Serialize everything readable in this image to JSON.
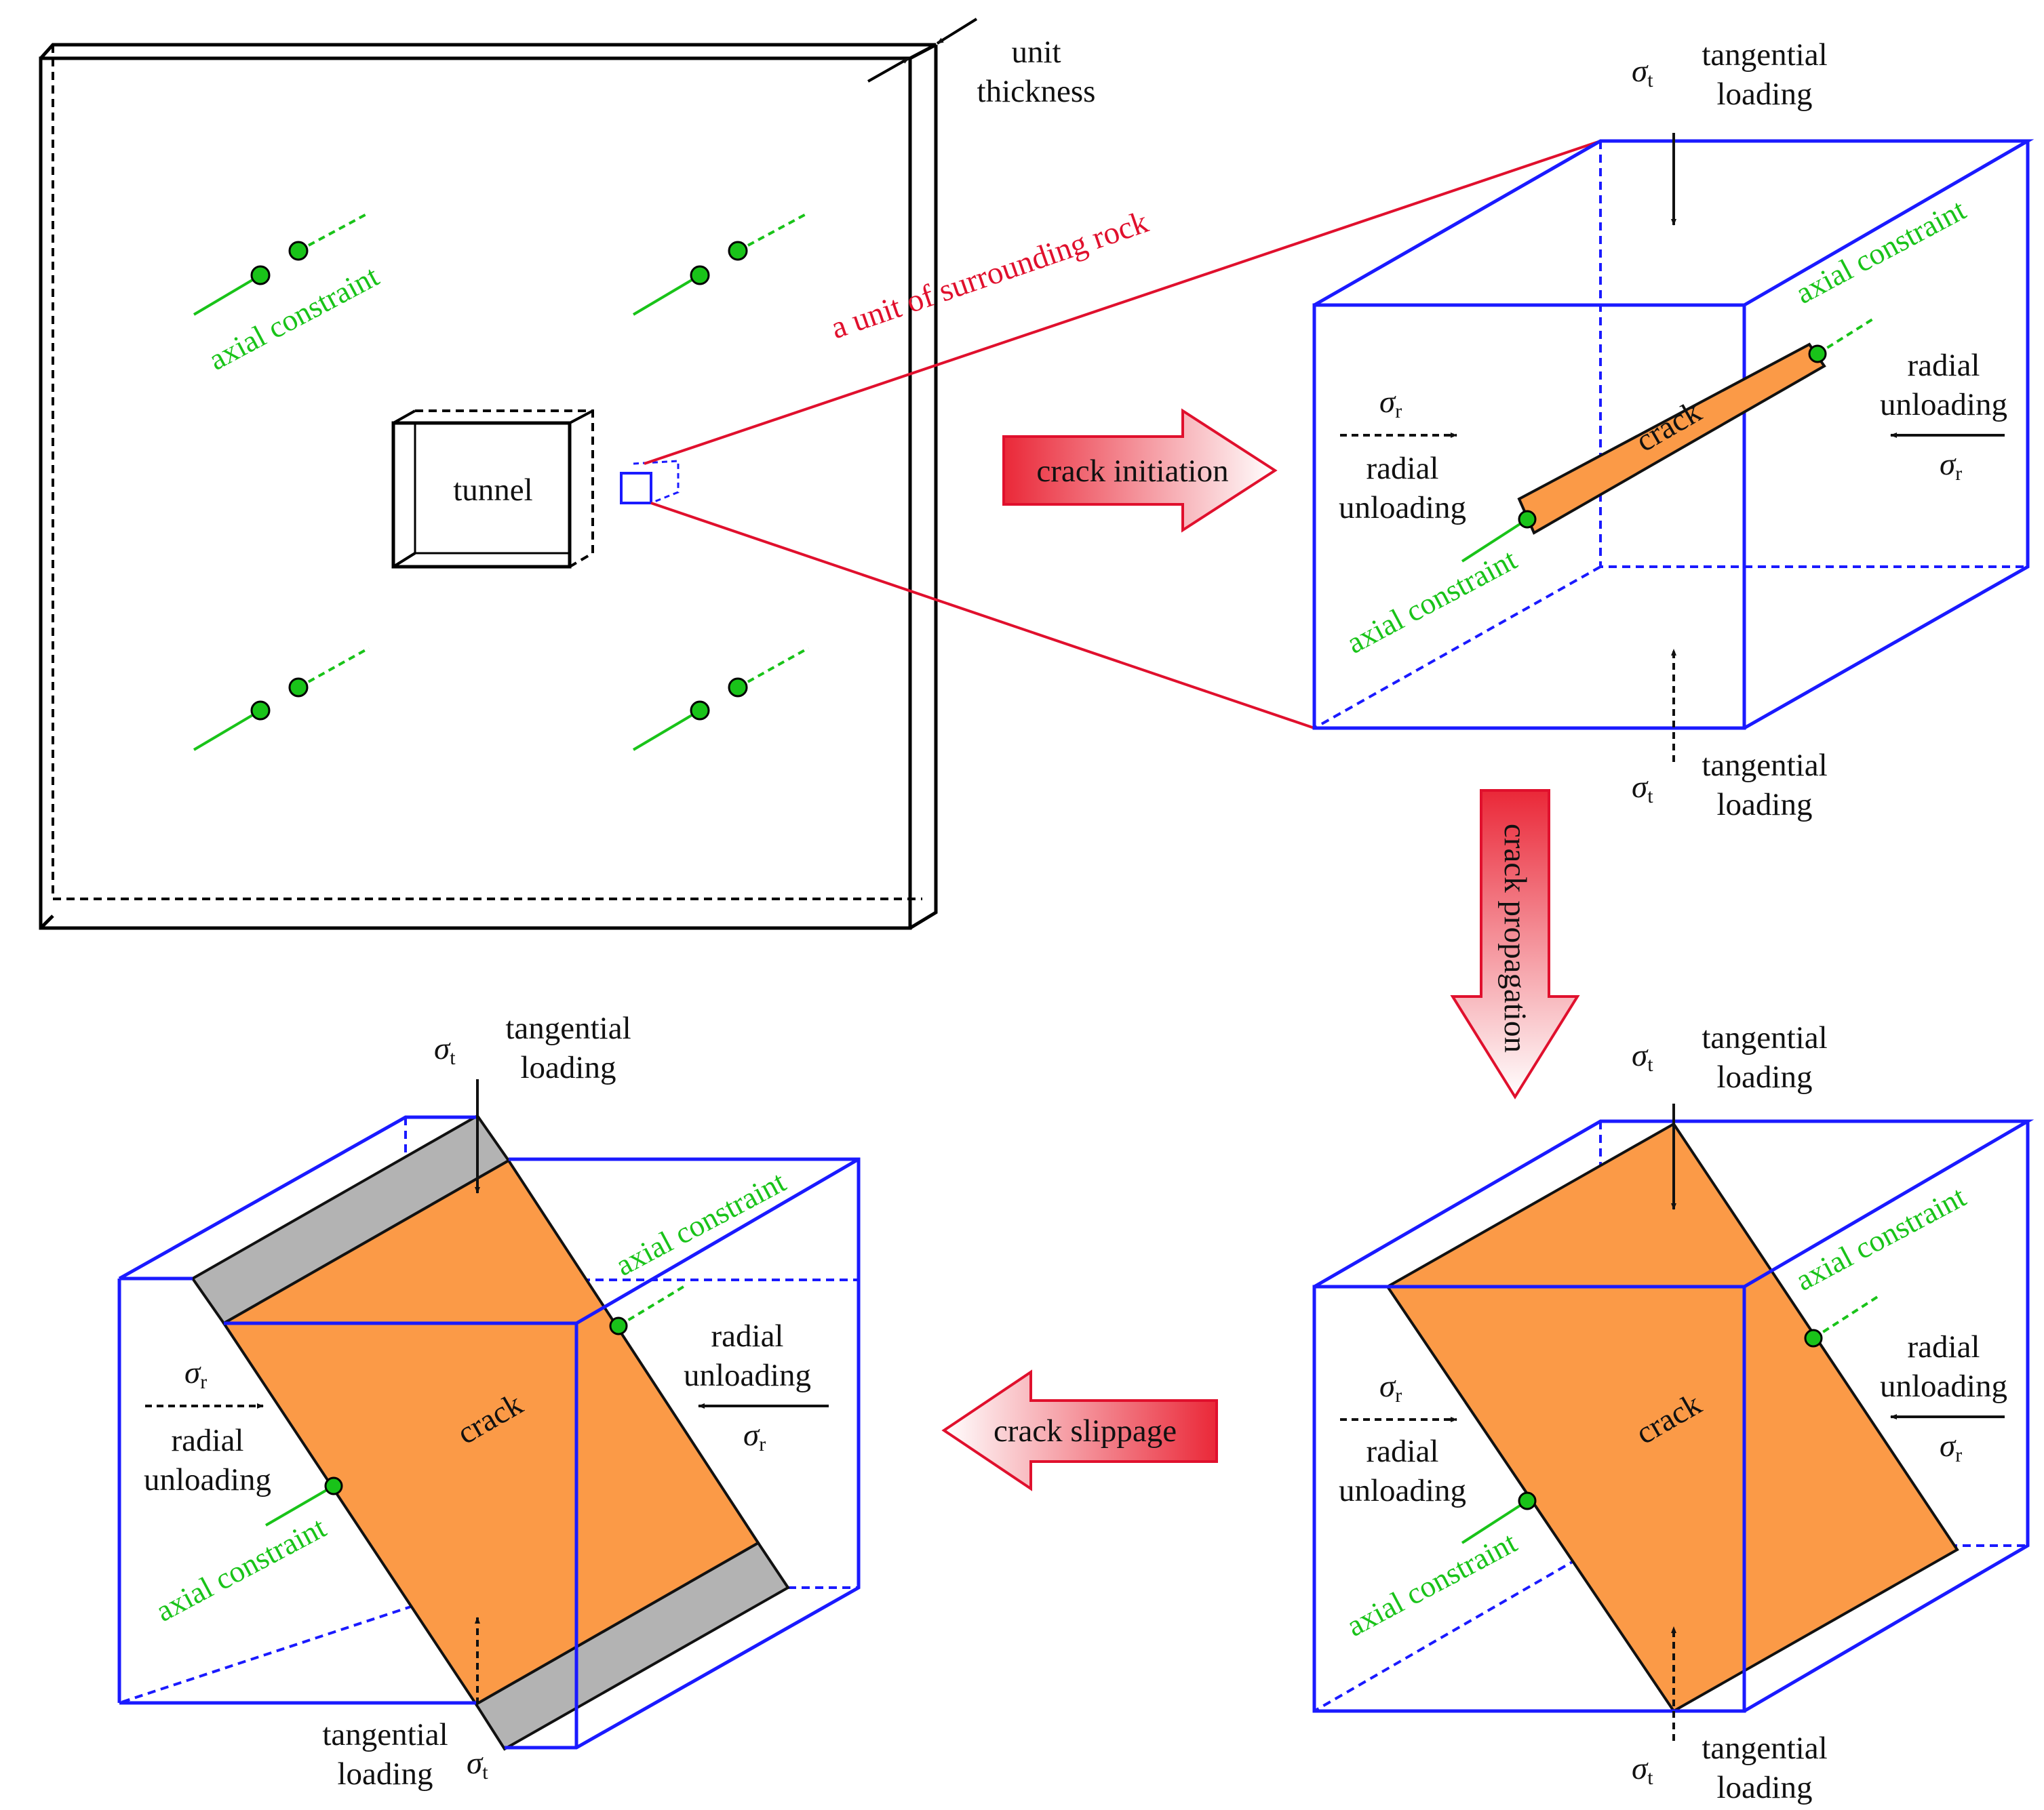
{
  "colors": {
    "box_blue": "#1a1aff",
    "crack_orange": "#fb9a47",
    "slip_gray": "#b3b3b3",
    "constraint_green": "#19c319",
    "zoom_red": "#e0102d",
    "arrow_fill_start": "#ea2838",
    "arrow_fill_end": "#ffffff"
  },
  "panel_plate": {
    "tunnel_label": "tunnel",
    "thickness_label": [
      "unit",
      "thickness"
    ],
    "constraint_label": "axial constraint",
    "zoom_label": "a unit of surrounding rock"
  },
  "stages": {
    "initiation": "crack initiation",
    "propagation": "crack propagation",
    "slippage": "crack slippage"
  },
  "element": {
    "crack_label": "crack",
    "constraint_label": "axial constraint",
    "tangential_loading": [
      "tangential",
      "loading"
    ],
    "radial_unloading": [
      "radial",
      "unloading"
    ],
    "sigma_symbol": "σ",
    "sigma_t_sub": "t",
    "sigma_r_sub": "r"
  }
}
